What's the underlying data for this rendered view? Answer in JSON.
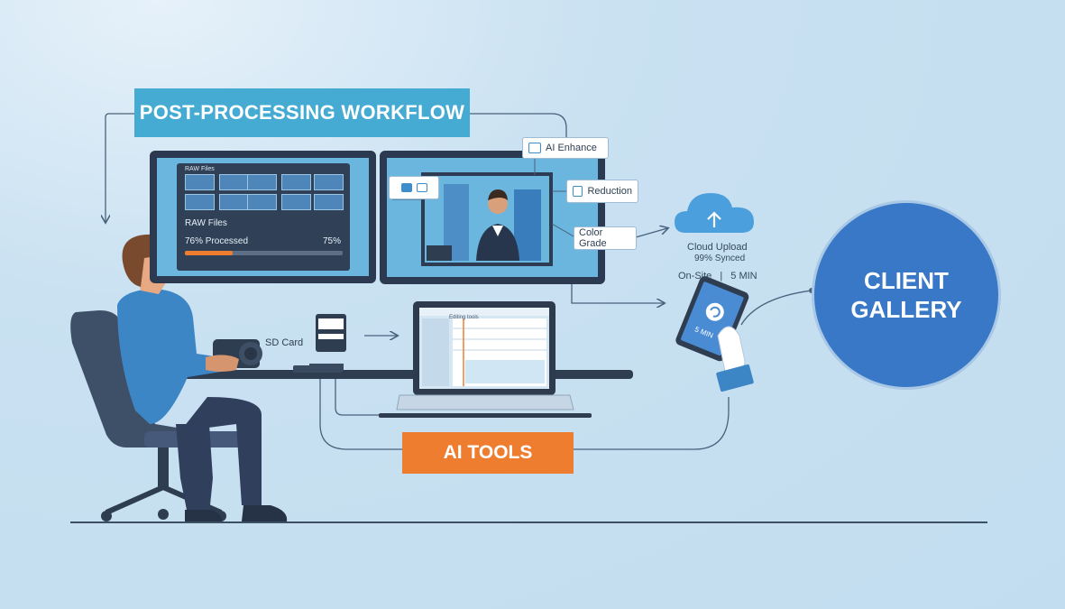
{
  "header": {
    "title": "POST-PROCESSING WORKFLOW"
  },
  "left_screen": {
    "panel_title": "RAW Files",
    "files_label": "RAW Files",
    "processed_label": "76% Processed",
    "processed_pct": "75%",
    "progress_fraction": 0.3
  },
  "right_screen": {
    "callouts": {
      "ai_enhance": "AI Enhance",
      "reduction": "Reduction",
      "color_grade": "Color Grade"
    }
  },
  "cloud": {
    "label": "Cloud Upload",
    "status": "99% Synced"
  },
  "onsite": {
    "label": "On-Site",
    "separator": "|",
    "time": "5 MIN"
  },
  "tablet": {
    "screen_text": "5 MIN"
  },
  "sd_card": {
    "label": "SD Card"
  },
  "laptop": {
    "title": "Editing tools"
  },
  "ai_tools": {
    "label": "AI TOOLS"
  },
  "client_gallery": {
    "line1": "CLIENT",
    "line2": "GALLERY"
  },
  "icons": [
    "lock-icon",
    "sparkle-icon",
    "noise-icon",
    "cloud-upload-icon",
    "sync-icon"
  ],
  "colors": {
    "accent_blue": "#45abd2",
    "orange": "#ef7d30",
    "gallery_blue": "#3878c6",
    "navy": "#2b3a50"
  }
}
